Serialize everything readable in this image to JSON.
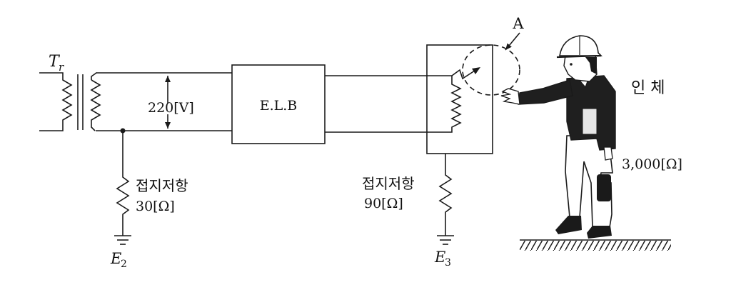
{
  "transformer": {
    "label_main": "T",
    "label_sub": "r"
  },
  "voltage": {
    "label": "220[V]"
  },
  "elb": {
    "label": "E.L.B"
  },
  "left_ground": {
    "resistor_name": "접지저항",
    "resistance": "30[Ω]",
    "ground_main": "E",
    "ground_sub": "2"
  },
  "right_ground": {
    "resistor_name": "접지저항",
    "resistance": "90[Ω]",
    "ground_main": "E",
    "ground_sub": "3"
  },
  "contact_point": {
    "label": "A"
  },
  "human_body": {
    "label": "인 체",
    "resistance": "3,000[Ω]"
  },
  "colors": {
    "line": "#1a1a1a",
    "text": "#111111",
    "background": "#ffffff"
  }
}
